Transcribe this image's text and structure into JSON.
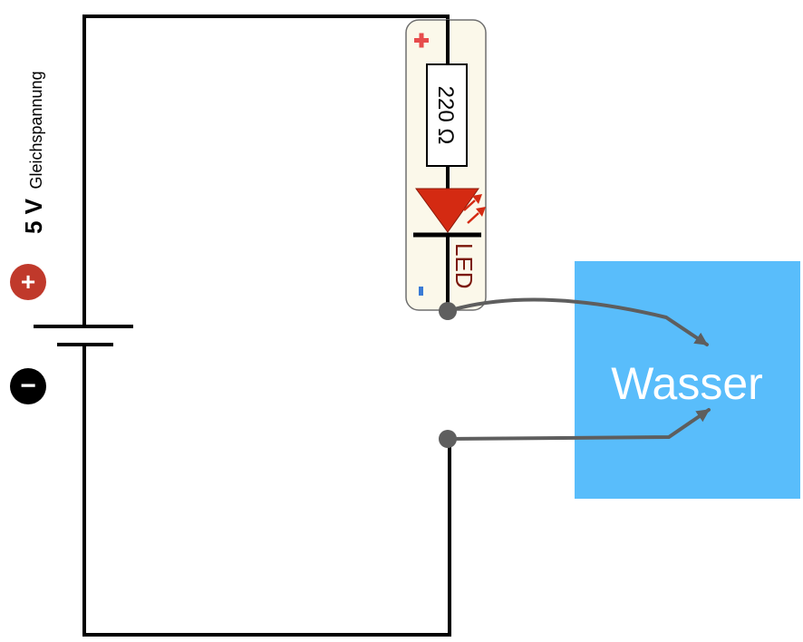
{
  "circuit": {
    "voltage_value": "5 V",
    "voltage_type": "Gleichspannung",
    "plus_symbol": "+",
    "minus_symbol": "−",
    "led_plus_symbol": "+",
    "led_minus_symbol": "−",
    "resistor_value": "220 Ω",
    "led_label": "LED",
    "water_label": "Wasser"
  },
  "colors": {
    "wire": "#000000",
    "probe_wire": "#5e5e5e",
    "battery_plus_badge": "#c0392b",
    "battery_minus_badge": "#000000",
    "led_body": "#d42a12",
    "led_label": "#7a1508",
    "led_module_background": "#fbf8ea",
    "led_module_plus": "#e74c4c",
    "led_module_minus": "#3a7bd5",
    "water_box": "#59bdfb",
    "water_text": "#ffffff"
  },
  "icons": {
    "battery_plus": "plus-circle-icon",
    "battery_minus": "minus-circle-icon",
    "led_arrows": "light-emission-arrows-icon",
    "probe_arrow": "arrow-head-icon"
  }
}
